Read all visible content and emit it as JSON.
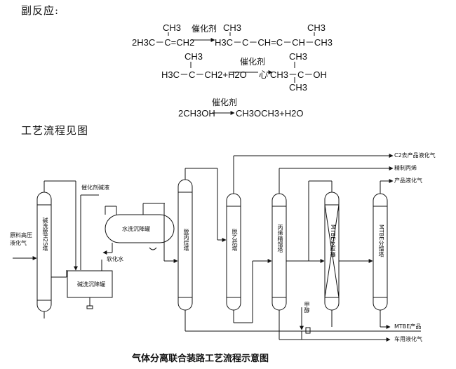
{
  "side_reactions": {
    "heading": "副反应:",
    "reaction1": {
      "catalyst": "催化剂",
      "top_left_group": "CH3",
      "lhs": "2H3C－C=CH2",
      "rhs_prefix": "H3C－C－CH=C－CH－CH3",
      "rhs_top": "CH3",
      "rhs_top2": "CH3"
    },
    "reaction2": {
      "catalyst": "催化剂",
      "top_left_group": "CH3",
      "top_right_group": "CH3",
      "lhs": "H3C－C－CH2+H2O",
      "mid": "心",
      "rhs": "CH3－C－OH",
      "bottom_right_group": "CH3"
    },
    "reaction3": {
      "catalyst": "催化剂",
      "lhs": "2CH3OH",
      "rhs": "CH3OCH3+H2O"
    }
  },
  "process": {
    "heading": "工艺流程见图",
    "caption": "气体分离联合装路工艺流程示意图",
    "labels": {
      "feed": [
        "原料高压",
        "液化气"
      ],
      "catalyst_alkali": "催化剂碱液",
      "water_wash_tank": "水洗沉降罐",
      "soft_water": "软化水",
      "alkali_tank": "碱洗沉降罐",
      "c2_out": "C2去产品液化气",
      "refined_propylene": "精制丙烯",
      "product_lpg": "产品液化气",
      "methanol": "甲醇",
      "mtbe_product": "MTBE产品",
      "vehicle_lpg": "车用液化气"
    },
    "towers": {
      "t1": "碱洗脱H2S塔",
      "t2": "脱丙烷塔",
      "t3": "脱乙烷塔",
      "t4": "丙烯精馏塔",
      "t5": "MTBE反应器",
      "t6": "MTBE分馏塔"
    }
  }
}
